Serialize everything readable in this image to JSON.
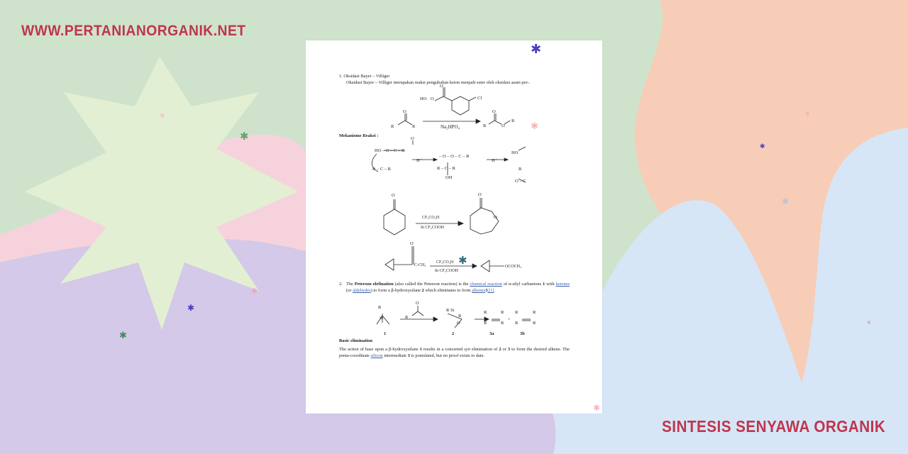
{
  "banner": {
    "site_url": "WWW.PERTANIANORGANIK.NET",
    "title": "SINTESIS SENYAWA ORGANIK",
    "accent_color": "#c0354d"
  },
  "document": {
    "section1": {
      "heading": "1.   Oksidasi Bayer – Villiger",
      "intro": "Oksidasi Bayer – Villiger merupakan reaksi pengubahan keton menjadi ester oleh oksidasi asam per-.",
      "reagent": "Na₂HPO₄",
      "mechanism_label": "Mekanisme Reaksi :",
      "catalyst": "H⁺",
      "reagent2_top": "CF₃CO₃H",
      "reagent2_bottom": "In CF₃COOH",
      "product_label": "OCOCH₃",
      "reactant_label": "C-CH₃"
    },
    "section2": {
      "num": "2.",
      "t1": "The ",
      "peterson": "Peterson olefination",
      "t2": " (also called the Peterson reaction) is the ",
      "link1": "chemical reaction",
      "t3": " of α-silyl carbanions ",
      "n1": "1",
      "t4": " with ",
      "link2": "ketones",
      "t5": " (or ",
      "link3": "aldehydes",
      "t6": ") to form a β-hydroxysilane ",
      "n2": "2",
      "t7": " which eliminates to form ",
      "link4": "alkenes",
      "n3": "3",
      "ref": ".[1]",
      "compound_labels": [
        "1",
        "2",
        "3a",
        "3b"
      ]
    },
    "basic": {
      "heading": "Basic elimination",
      "t1": "The action of base upon a β-hydroxysilane ",
      "n1": "1",
      "t2": " results in a concerted ",
      "syn": "syn",
      "t3": " elimination of ",
      "n2": "2",
      "t4": " or ",
      "n3": "3",
      "t5": " to form the desired alkene. The penta-coordinate ",
      "link": "silicon",
      "t6": " intermediate ",
      "n4": "3",
      "t7": " is postulated, but no proof exists to date."
    }
  }
}
